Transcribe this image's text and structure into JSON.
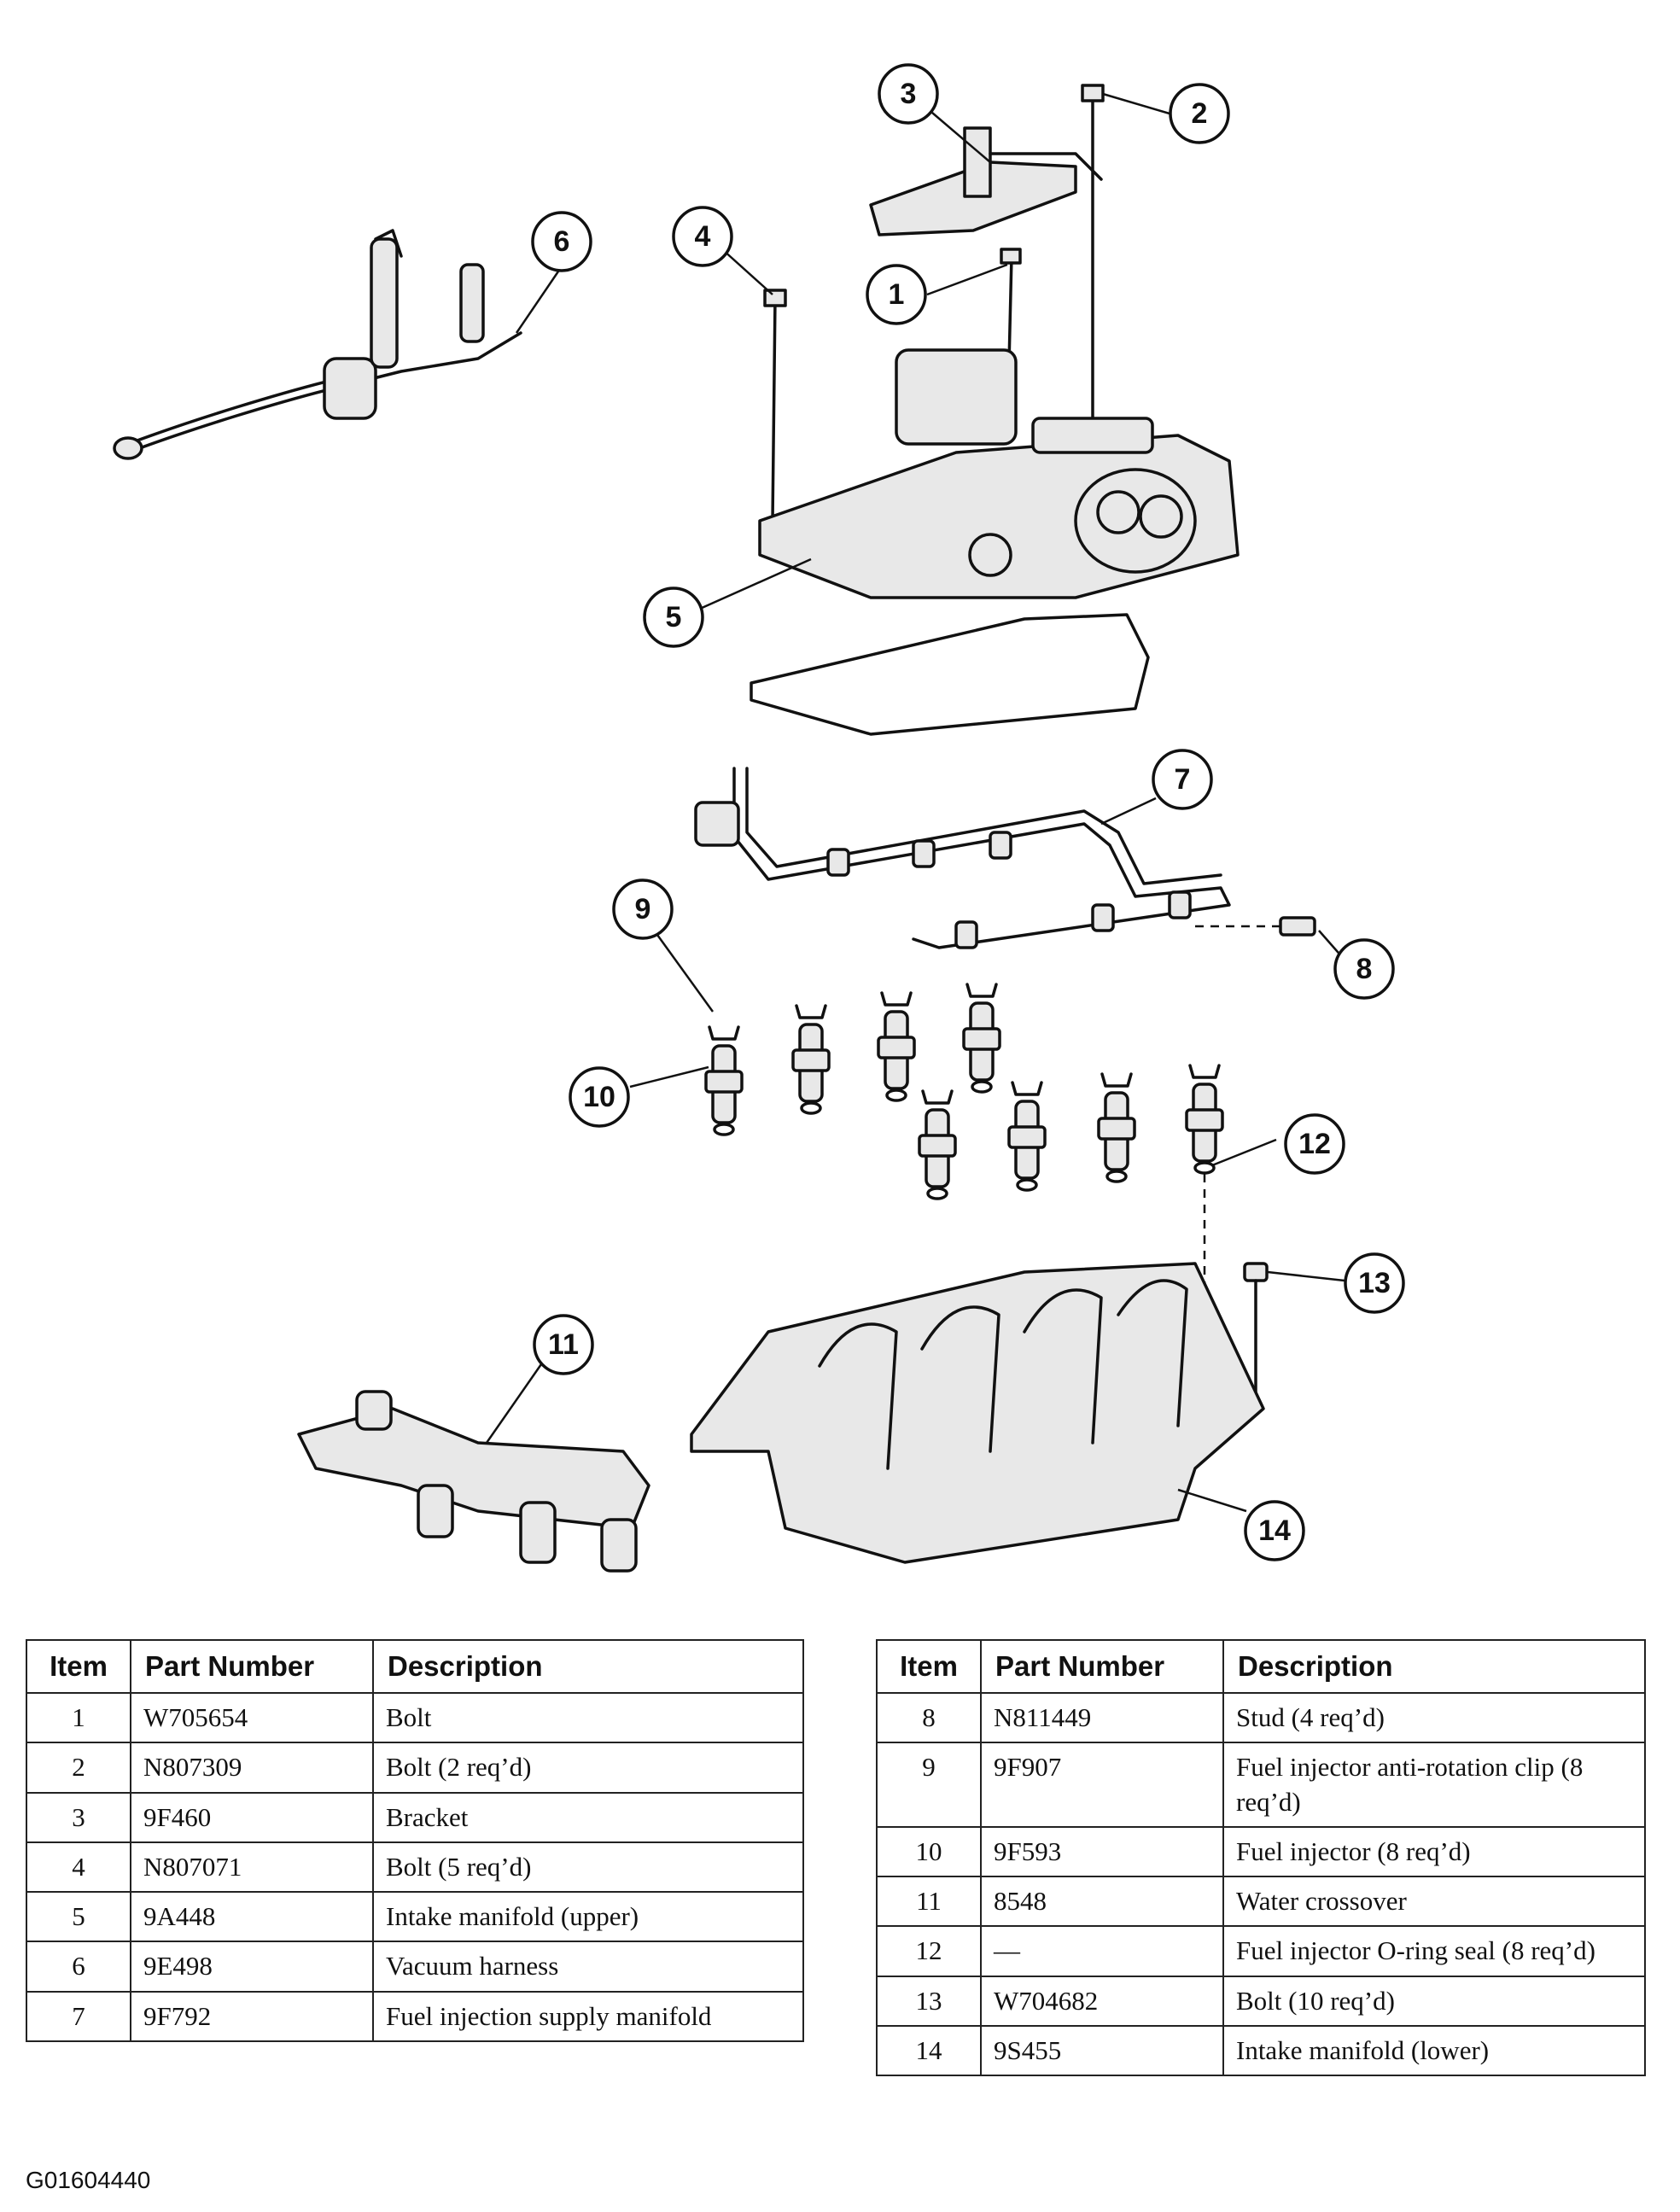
{
  "callouts": [
    "1",
    "2",
    "3",
    "4",
    "5",
    "6",
    "7",
    "8",
    "9",
    "10",
    "11",
    "12",
    "13",
    "14"
  ],
  "table_left": {
    "headers": {
      "item": "Item",
      "part_number": "Part Number",
      "description": "Description"
    },
    "rows": [
      {
        "item": "1",
        "part_number": "W705654",
        "description": "Bolt"
      },
      {
        "item": "2",
        "part_number": "N807309",
        "description": "Bolt (2 req’d)"
      },
      {
        "item": "3",
        "part_number": "9F460",
        "description": "Bracket"
      },
      {
        "item": "4",
        "part_number": "N807071",
        "description": "Bolt (5 req’d)"
      },
      {
        "item": "5",
        "part_number": "9A448",
        "description": "Intake manifold (upper)"
      },
      {
        "item": "6",
        "part_number": "9E498",
        "description": "Vacuum harness"
      },
      {
        "item": "7",
        "part_number": "9F792",
        "description": "Fuel injection supply manifold"
      }
    ]
  },
  "table_right": {
    "headers": {
      "item": "Item",
      "part_number": "Part Number",
      "description": "Description"
    },
    "rows": [
      {
        "item": "8",
        "part_number": "N811449",
        "description": "Stud (4 req’d)"
      },
      {
        "item": "9",
        "part_number": "9F907",
        "description": "Fuel injector anti-rotation clip (8 req’d)"
      },
      {
        "item": "10",
        "part_number": "9F593",
        "description": "Fuel injector (8 req’d)"
      },
      {
        "item": "11",
        "part_number": "8548",
        "description": "Water crossover"
      },
      {
        "item": "12",
        "part_number": "—",
        "description": "Fuel injector O-ring seal (8 req’d)"
      },
      {
        "item": "13",
        "part_number": "W704682",
        "description": "Bolt (10 req’d)"
      },
      {
        "item": "14",
        "part_number": "9S455",
        "description": "Intake manifold (lower)"
      }
    ]
  },
  "figure_id": "G01604440"
}
